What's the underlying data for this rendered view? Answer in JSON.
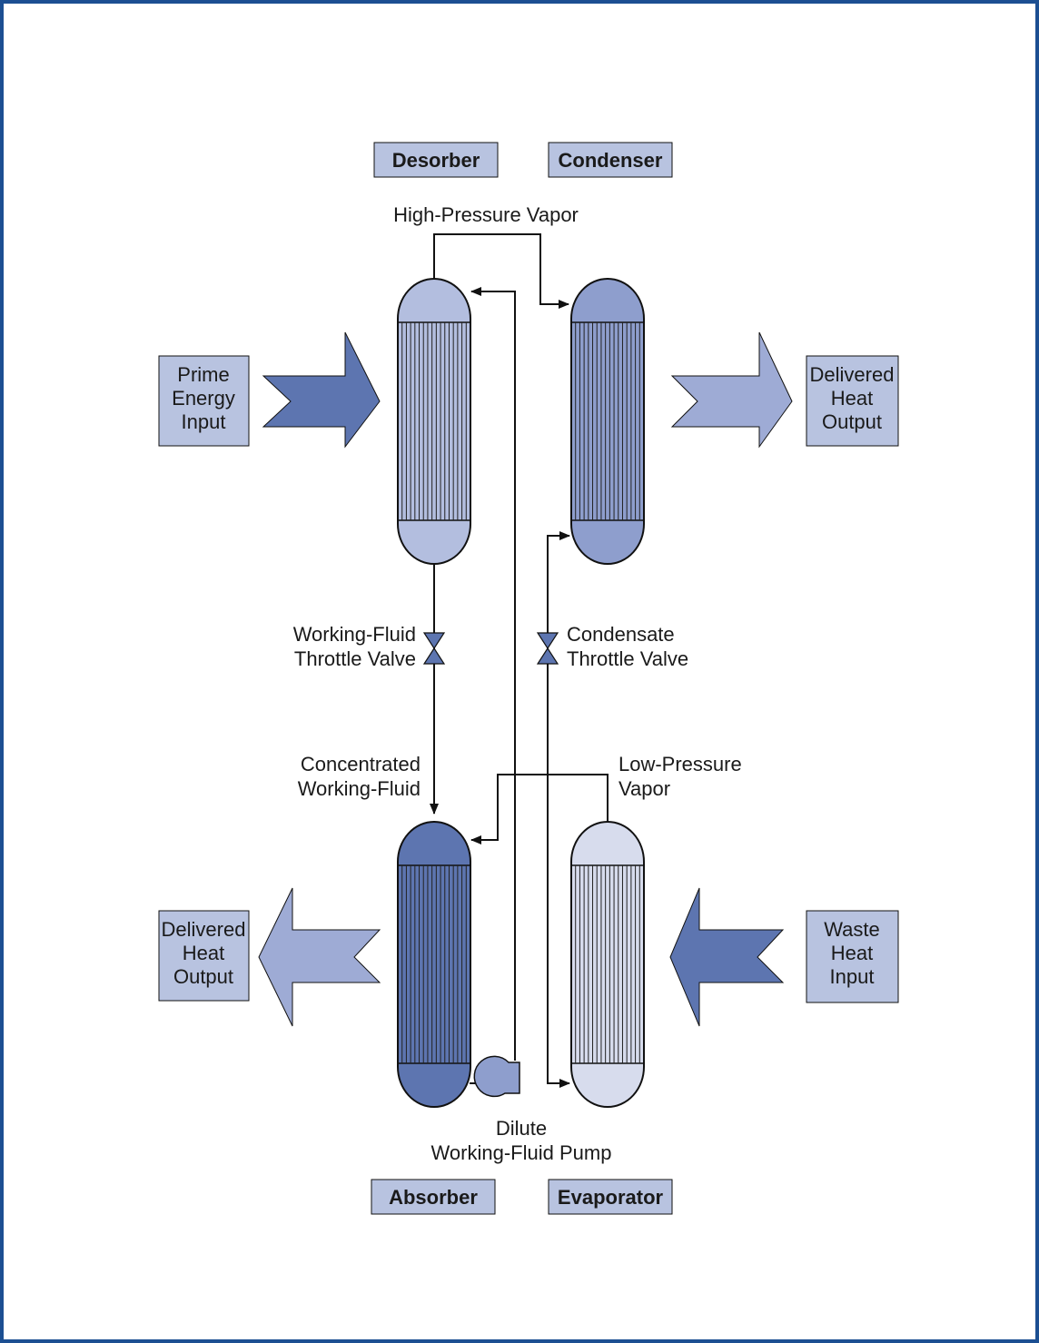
{
  "colors": {
    "frame": "#1c4f92",
    "desorber": "#b3bedf",
    "condenser": "#8e9ecd",
    "absorber": "#5d75b0",
    "evaporator": "#d7dced",
    "arrow_dark": "#5d75b0",
    "arrow_light": "#9eabd5",
    "label_box": "#b8c3e0"
  },
  "components": {
    "desorber": "Desorber",
    "condenser": "Condenser",
    "absorber": "Absorber",
    "evaporator": "Evaporator"
  },
  "boxes": {
    "prime_energy": [
      "Prime",
      "Energy",
      "Input"
    ],
    "delivered_top": [
      "Delivered",
      "Heat",
      "Output"
    ],
    "delivered_bottom": [
      "Delivered",
      "Heat",
      "Output"
    ],
    "waste_heat": [
      "Waste",
      "Heat",
      "Input"
    ]
  },
  "flows": {
    "high_pressure_vapor": "High-Pressure Vapor",
    "low_pressure_vapor": [
      "Low-Pressure",
      "Vapor"
    ],
    "working_fluid_valve": [
      "Working-Fluid",
      "Throttle Valve"
    ],
    "condensate_valve": [
      "Condensate",
      "Throttle Valve"
    ],
    "concentrated_fluid": [
      "Concentrated",
      "Working-Fluid"
    ],
    "pump": [
      "Dilute",
      "Working-Fluid Pump"
    ]
  },
  "icons": [
    "arrowhead-icon",
    "valve-icon",
    "pump-icon"
  ]
}
